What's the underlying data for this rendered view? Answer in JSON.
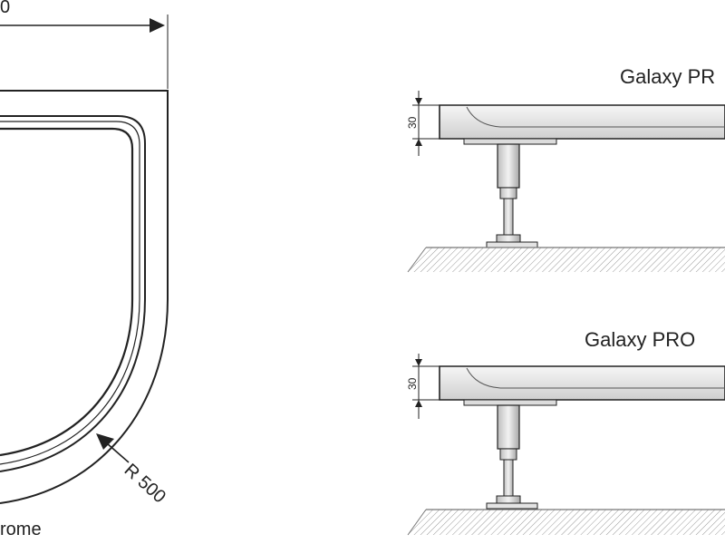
{
  "left_view": {
    "top_dimension": "0",
    "radius_label": "R 500",
    "caption": "rome"
  },
  "right_view": {
    "profiles": [
      {
        "title": "Galaxy PR",
        "height_label": "30"
      },
      {
        "title": "Galaxy PRO",
        "height_label": "30"
      }
    ]
  },
  "colors": {
    "line": "#222222",
    "tray_fill": "#e6e6e6",
    "tray_highlight": "#ffffff",
    "floor_hatch": "#9a9a9a",
    "leg_fill": "#d8d8d8"
  }
}
